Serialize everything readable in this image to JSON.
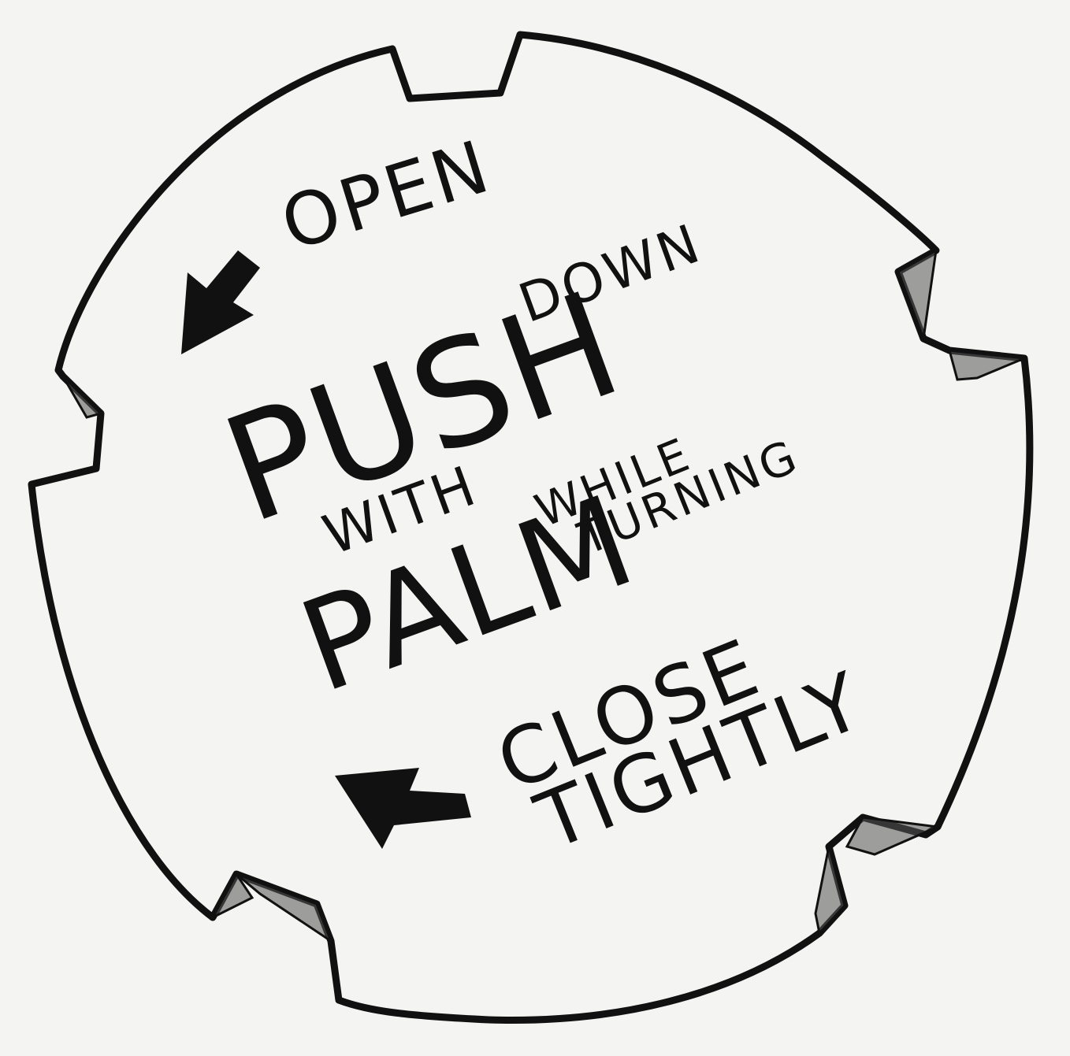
{
  "labels": {
    "open": "OPEN",
    "push": "PUSH",
    "down": "DOWN",
    "with": "WITH",
    "palm": "PALM",
    "while": "WHILE",
    "turning": "TURNING",
    "close": "CLOSE",
    "tightly": "TIGHTLY"
  },
  "colors": {
    "ink": "#111111",
    "paper": "#f4f4f2"
  },
  "icons": {
    "open_arrow": "arrow-down-left-icon",
    "close_arrow": "arrow-up-left-icon"
  }
}
